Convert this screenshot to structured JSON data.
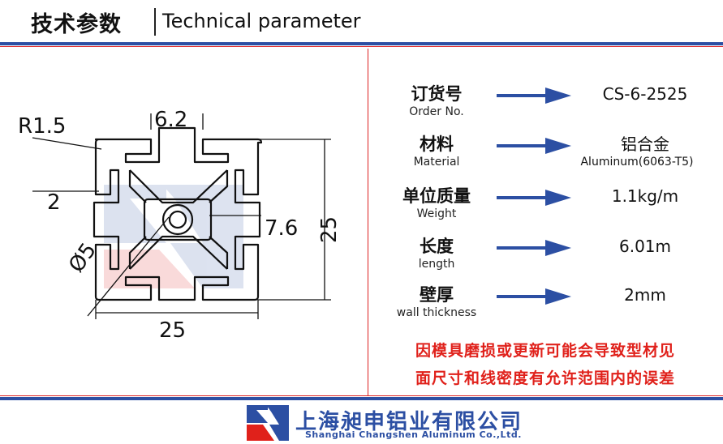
{
  "header": {
    "title_cn": "技术参数",
    "title_en": "Technical parameter"
  },
  "drawing": {
    "dims": {
      "r": "R1.5",
      "slot": "6.2",
      "wall": "2",
      "inner": "7.6",
      "hole": "Ø5",
      "height": "25",
      "width": "25"
    }
  },
  "specs": [
    {
      "label_cn": "订货号",
      "label_en": "Order No.",
      "value": "CS-6-2525",
      "value2": ""
    },
    {
      "label_cn": "材料",
      "label_en": "Material",
      "value": "铝合金",
      "value2": "Aluminum(6063-T5)"
    },
    {
      "label_cn": "单位质量",
      "label_en": "Weight",
      "value": "1.1kg/m",
      "value2": ""
    },
    {
      "label_cn": "长度",
      "label_en": "length",
      "value": "6.01m",
      "value2": ""
    },
    {
      "label_cn": "壁厚",
      "label_en": "wall thickness",
      "value": "2mm",
      "value2": ""
    }
  ],
  "note": {
    "line1": "因模具磨损或更新可能会导致型材见",
    "line2": "面尺寸和线密度有允许范围内的误差"
  },
  "footer": {
    "company_cn": "上海昶申铝业有限公司",
    "company_en": "Shanghai  Changshen Aluminum  Co.,Ltd."
  },
  "colors": {
    "brand_blue": "#2c4fa3",
    "accent_red": "#e0211b"
  }
}
